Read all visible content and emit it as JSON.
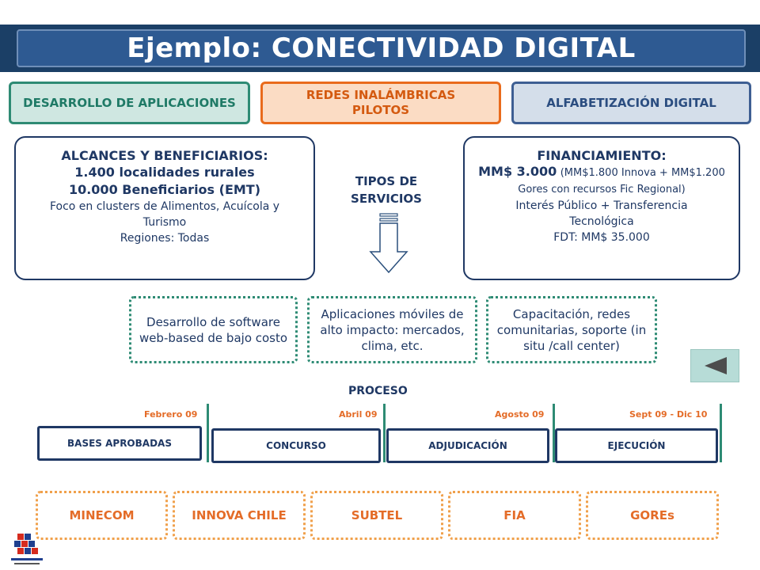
{
  "title": "Ejemplo: CONECTIVIDAD DIGITAL",
  "categories": {
    "apps": "DESARROLLO DE APLICACIONES",
    "redes_line1": "REDES INALÁMBRICAS",
    "redes_line2": "PILOTOS",
    "alfabetizacion": "ALFABETIZACIÓN DIGITAL"
  },
  "alcances": {
    "heading": "ALCANCES Y BENEFICIARIOS:",
    "line1": "1.400 localidades rurales",
    "line2": "10.000 Beneficiarios (EMT)",
    "line3": "Foco en clusters de  Alimentos, Acuícola y Turismo",
    "line4": "Regiones: Todas"
  },
  "tipos": {
    "line1": "TIPOS DE",
    "line2": "SERVICIOS"
  },
  "financiamiento": {
    "heading": "FINANCIAMIENTO:",
    "amount": "MM$ 3.000",
    "detail": "(MM$1.800 Innova + MM$1.200 Gores con recursos Fic Regional)",
    "interes": "Interés Público + Transferencia Tecnológica",
    "fdt": "FDT: MM$ 35.000"
  },
  "servicios": [
    "Desarrollo de software web-based de bajo costo",
    "Aplicaciones móviles de alto impacto: mercados, clima, etc.",
    "Capacitación, redes comunitarias, soporte (in situ /call center)"
  ],
  "proceso": {
    "label": "PROCESO",
    "dates": [
      "Febrero 09",
      "Abril 09",
      "Agosto 09",
      "Sept 09 - Dic 10"
    ],
    "phases": [
      "BASES APROBADAS",
      "CONCURSO",
      "ADJUDICACIÓN",
      "EJECUCIÓN"
    ]
  },
  "organizaciones": [
    "MINECOM",
    "INNOVA CHILE",
    "SUBTEL",
    "FIA",
    "GOREs"
  ],
  "icons": {
    "back": "play-back-icon",
    "down_arrow": "down-arrow-icon",
    "logo": "gobierno-de-chile-logo"
  },
  "colors": {
    "title_bg": "#2e5a92",
    "band": "#1b3f66",
    "teal": "#2e8b74",
    "orange": "#e96b1c",
    "navy": "#1f3864"
  }
}
